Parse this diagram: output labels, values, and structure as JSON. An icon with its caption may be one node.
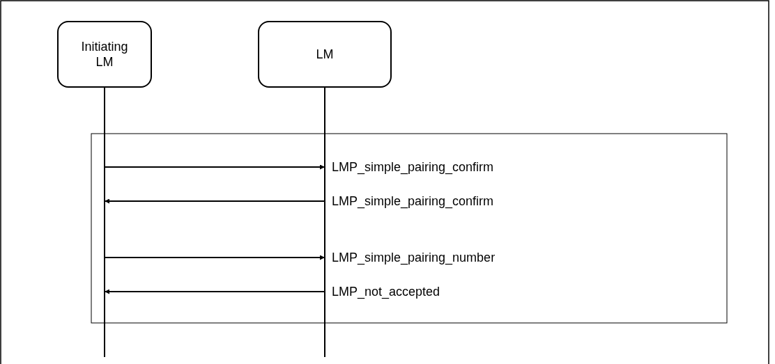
{
  "diagram": {
    "nodes": [
      {
        "text": [
          "Initiating LM"
        ]
      },
      {
        "text": [
          "LM"
        ]
      }
    ],
    "edges": [
      {
        "from": 0,
        "to": 1,
        "arrow": "to",
        "label": "LMP_simple_pairing_confirm"
      },
      {
        "from": 1,
        "to": 0,
        "arrow": "to",
        "label": "LMP_simple_pairing_confirm"
      },
      {
        "from": 0,
        "to": 1,
        "arrow": "to",
        "label": "LMP_simple_pairing_number"
      },
      {
        "from": 1,
        "to": 0,
        "arrow": "to",
        "label": "LMP_not_accepted"
      }
    ]
  }
}
